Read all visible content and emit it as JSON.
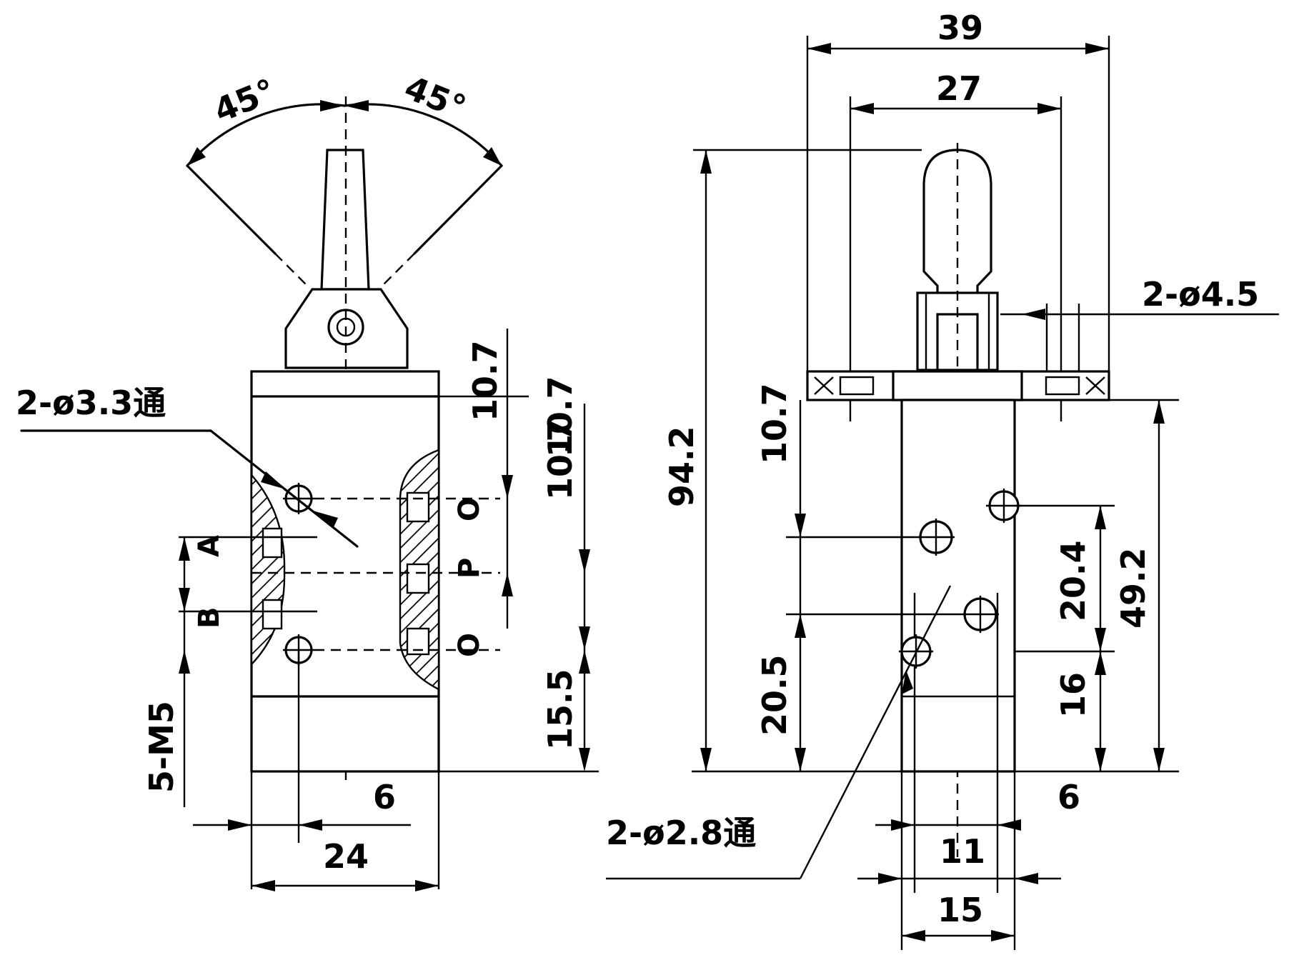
{
  "drawing": {
    "left_view": {
      "angle_left": "45°",
      "angle_right": "45°",
      "hole_note": "2-ø3.3通",
      "port_labels": {
        "a": "A",
        "b": "B",
        "p": "P",
        "o_top": "O",
        "o_bottom": "O"
      },
      "thread_note": "5-M5",
      "dims": {
        "pitch_1": "10.7",
        "pitch_2": "10.7",
        "pitch_3": "10.7",
        "bottom_offset": "15.5",
        "hole_offset": "6",
        "width": "24"
      }
    },
    "right_view": {
      "overall_width": "39",
      "hole_spacing": "27",
      "mount_hole_note": "2-ø4.5",
      "total_height": "94.2",
      "upper_pitch": "10.7",
      "lower_height": "20.5",
      "mid_spacing": "20.4",
      "body_height": "49.2",
      "bottom_height": "16",
      "hole_offset": "6",
      "hole_note": "2-ø2.8通",
      "inner_width": "11",
      "body_width": "15"
    }
  }
}
